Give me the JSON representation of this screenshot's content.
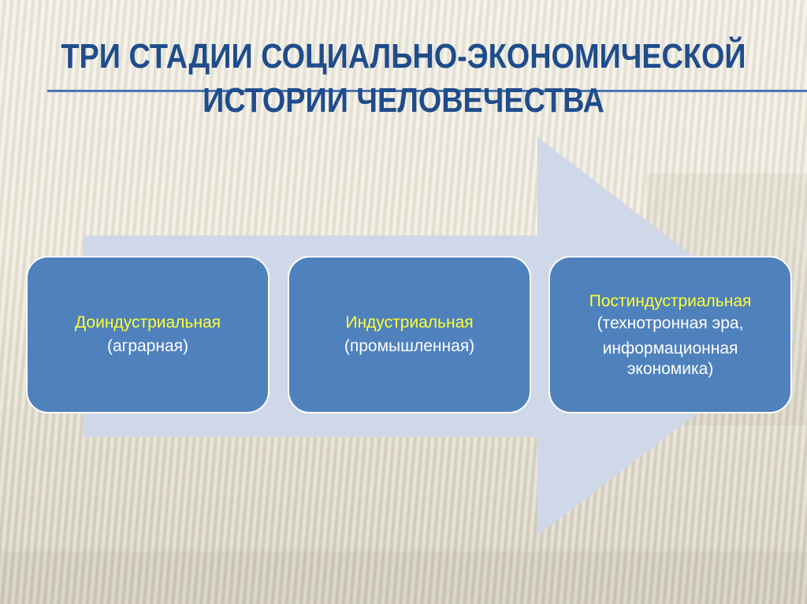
{
  "slide": {
    "title_line1": "ТРИ СТАДИИ СОЦИАЛЬНО-ЭКОНОМИЧЕСКОЙ",
    "title_line2": "ИСТОРИИ ЧЕЛОВЕЧЕСТВА"
  },
  "colors": {
    "title": "#1f4c8c",
    "arrow": "#cfd8e8",
    "box_fill": "#4f81bd",
    "box_border": "#ffffff",
    "stage_name": "#ffff33",
    "stage_desc": "#ffffff"
  },
  "diagram": {
    "type": "process-arrow",
    "stages": [
      {
        "name": "Доиндустриальная",
        "desc_lines": [
          "(аграрная)"
        ]
      },
      {
        "name": "Индустриальная",
        "desc_lines": [
          "(промышленная)"
        ]
      },
      {
        "name": "Постиндустриальная",
        "desc_lines": [
          "(технотронная эра,",
          "информационная",
          "экономика)"
        ]
      }
    ]
  }
}
